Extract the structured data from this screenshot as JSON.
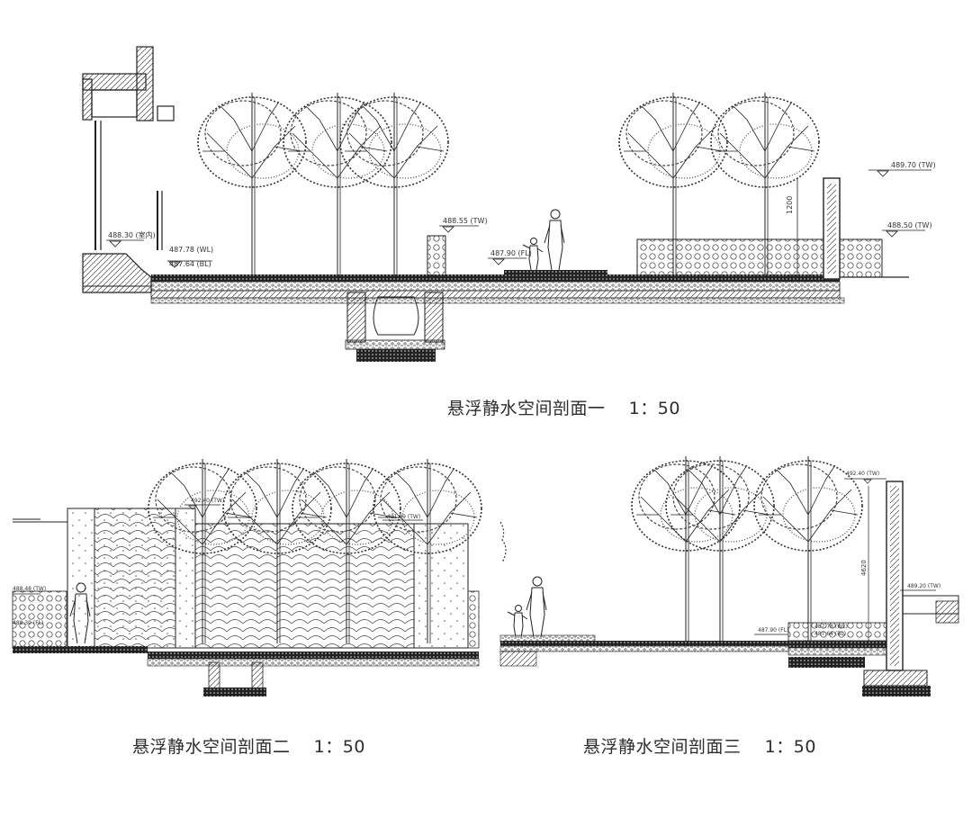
{
  "section1": {
    "caption": "悬浮静水空间剖面一    1：50",
    "labels": {
      "indoor": "488.30 (室内)",
      "wl": "487.78 (WL)",
      "bl": "487.64 (BL)",
      "tw_mid": "488.55 (TW)",
      "fl": "487.90 (FL)",
      "tw_top": "489.70 (TW)",
      "tw_right": "488.50 (TW)",
      "dim": "1200"
    }
  },
  "section2": {
    "caption": "悬浮静水空间剖面二    1：50",
    "labels": {
      "tw_top": "492.40 (TW)",
      "tw_right": "491.89 (TW)",
      "tw_left": "488.48 (TW)",
      "small": "488.30 (FL)"
    }
  },
  "section3": {
    "caption": "悬浮静水空间剖面三    1：50",
    "labels": {
      "tw_top": "492.40 (TW)",
      "tw_mid": "489.20 (TW)",
      "fl": "487.90 (FL)",
      "wl": "487.78 (WL)",
      "bl": "487.64 (BL)",
      "dim": "4620"
    }
  },
  "colors": {
    "line": "#1a1a1a",
    "hatch": "#555555",
    "caption": "#2d2d2d"
  }
}
